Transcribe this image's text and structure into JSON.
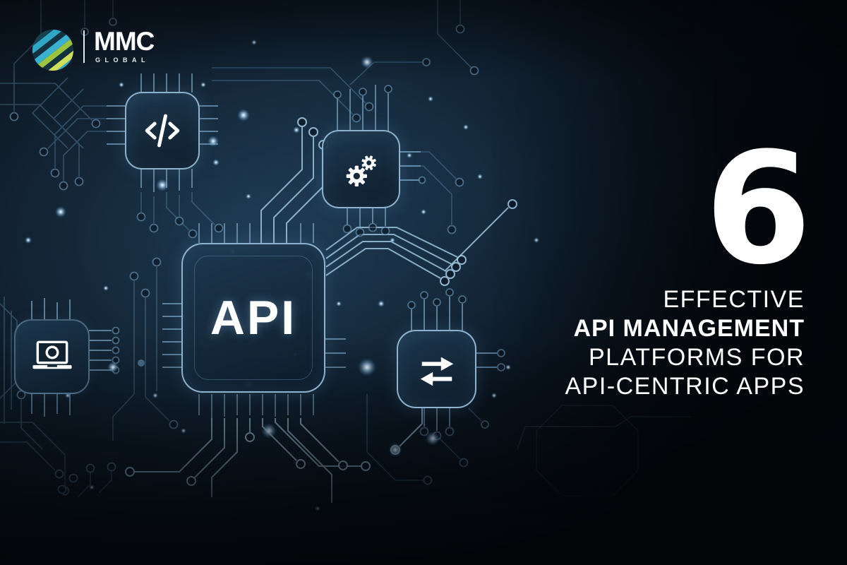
{
  "logo": {
    "brand": "MMC",
    "subtitle": "GLOBAL"
  },
  "hero": {
    "number": "6"
  },
  "headline": {
    "lines": [
      {
        "text": "EFFECTIVE",
        "bold": false
      },
      {
        "text": "API MANAGEMENT",
        "bold": true
      },
      {
        "text": "PLATFORMS FOR",
        "bold": false
      },
      {
        "text": "API-CENTRIC APPS",
        "bold": false
      }
    ]
  },
  "chip": {
    "label": "API"
  },
  "icons": {
    "center_chip": "api-chip",
    "top_left_chip": "code-brackets-icon",
    "top_right_chip": "gears-icon",
    "bottom_right_chip": "transfer-arrows-icon",
    "left_chip": "laptop-sync-icon",
    "logo_mark": "striped-globe-icon"
  },
  "colors": {
    "background": "#081019",
    "circuit_dim": "#5d8cb0",
    "circuit_bright": "#a6cfe8",
    "chip_border": "#9ec6e3",
    "chip_fill": "#16293b",
    "logo_teal": "#2fa7c7",
    "logo_green": "#cfdf5b",
    "text": "#ffffff"
  }
}
